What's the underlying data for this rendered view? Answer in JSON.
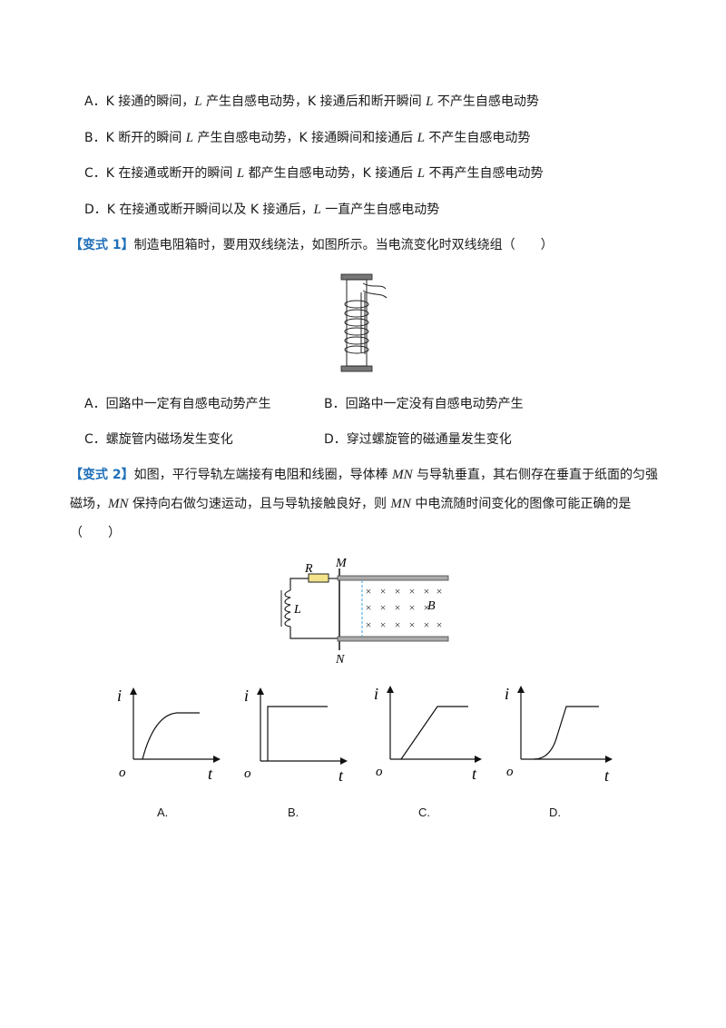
{
  "options_top": [
    {
      "letter": "A．",
      "p1": "K 接通的瞬间，",
      "v1": "L",
      "p2": " 产生自感电动势，K 接通后和断开瞬间 ",
      "v2": "L",
      "p3": " 不产生自感电动势"
    },
    {
      "letter": "B．",
      "p1": "K 断开的瞬间 ",
      "v1": "L",
      "p2": " 产生自感电动势，K 接通瞬间和接通后 ",
      "v2": "L",
      "p3": " 不产生自感电动势"
    },
    {
      "letter": "C．",
      "p1": "K 在接通或断开的瞬间 ",
      "v1": "L",
      "p2": " 都产生自感电动势，K 接通后 ",
      "v2": "L",
      "p3": " 不再产生自感电动势"
    },
    {
      "letter": "D．",
      "p1": "K 在接通或断开瞬间以及 K 接通后，",
      "v1": "L",
      "p2": " 一直产生自感电动势",
      "v2": "",
      "p3": ""
    }
  ],
  "variant1": {
    "tag": "【变式 1】",
    "text": "制造电阻箱时，要用双线绕法，如图所示。当电流变化时双线绕组（　　）",
    "options": [
      {
        "letter": "A．",
        "text": "回路中一定有自感电动势产生"
      },
      {
        "letter": "B．",
        "text": "回路中一定没有自感电动势产生"
      },
      {
        "letter": "C．",
        "text": "螺旋管内磁场发生变化"
      },
      {
        "letter": "D．",
        "text": "穿过螺旋管的磁通量发生变化"
      }
    ]
  },
  "variant2": {
    "tag": "【变式 2】",
    "line1_a": "如图，平行导轨左端接有电阻和线圈，导体棒 ",
    "mn": "MN",
    "line1_b": " 与导轨垂直，其右侧存在垂直于纸面的匀强",
    "line2_a": "磁场，",
    "line2_b": " 保持向右做匀速运动，且与导轨接触良好，则 ",
    "line2_c": " 中电流随时间变化的图像可能正确的是",
    "line3": "（　　）"
  },
  "circuit": {
    "R": "R",
    "M": "M",
    "L": "L",
    "N": "N",
    "B": "B",
    "cross": "×"
  },
  "graphs": {
    "i": "i",
    "t": "t",
    "o": "o",
    "captions": [
      "A.",
      "B.",
      "C.",
      "D."
    ]
  }
}
